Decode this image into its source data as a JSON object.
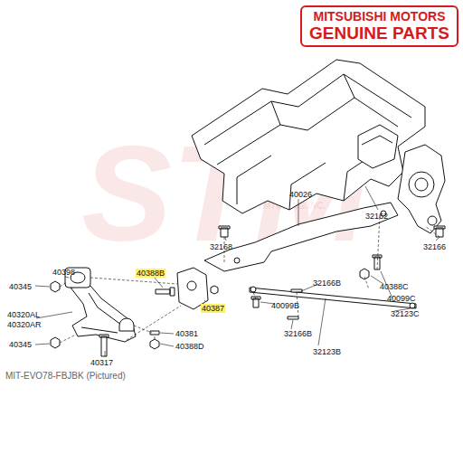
{
  "diagram": {
    "caption": "MIT-EVO78-FBJBK (Pictured)",
    "nodes": [
      {
        "text": [
          "MITSUBISHI MOTORS",
          "GENUINE PARTS"
        ]
      }
    ],
    "labels": [
      "STM",
      "STMTUNING.INC.",
      "32162",
      "32168",
      "32166",
      "40026",
      "40388C",
      "40099C",
      "32166B",
      "32123C",
      "40099B",
      "32166B",
      "32123B",
      "40345",
      "40398",
      "40388B",
      "40387",
      "40320AL",
      "40320AR",
      "40345",
      "40381",
      "40388D",
      "40317"
    ]
  }
}
